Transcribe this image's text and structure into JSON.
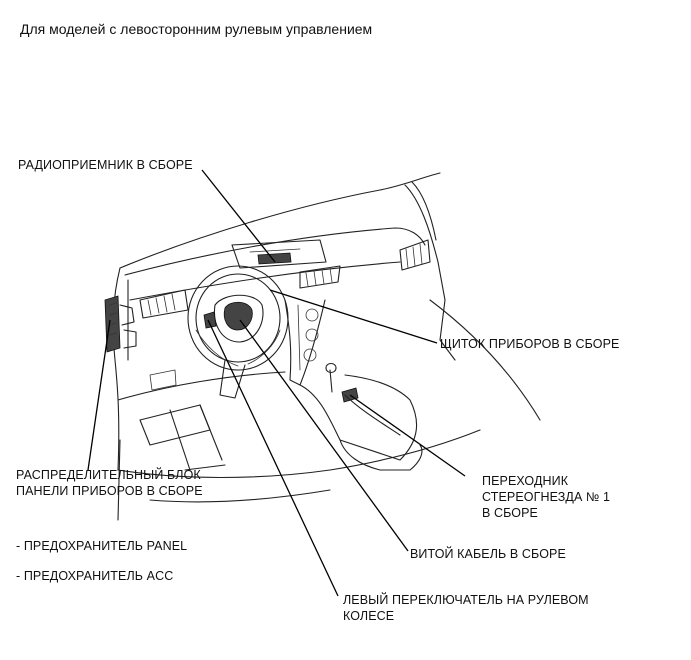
{
  "title": "Для моделей с левосторонним рулевым управлением",
  "callouts": {
    "radio": "РАДИОПРИЕМНИК В СБОРЕ",
    "meter": "ЩИТОК ПРИБОРОВ В СБОРЕ",
    "junction_line1": "РАСПРЕДЕЛИТЕЛЬНЫЙ БЛОК",
    "junction_line2": "ПАНЕЛИ ПРИБОРОВ В СБОРЕ",
    "adapter_line1": "ПЕРЕХОДНИК",
    "adapter_line2": "СТЕРЕОГНЕЗДА № 1",
    "adapter_line3": "В СБОРЕ",
    "spiral": "ВИТОЙ КАБЕЛЬ В СБОРЕ",
    "switch_line1": "ЛЕВЫЙ ПЕРЕКЛЮЧАТЕЛЬ НА РУЛЕВОМ",
    "switch_line2": "КОЛЕСЕ",
    "fuse_panel": "- ПРЕДОХРАНИТЕЛЬ PANEL",
    "fuse_acc": "- ПРЕДОХРАНИТЕЛЬ ACC"
  }
}
